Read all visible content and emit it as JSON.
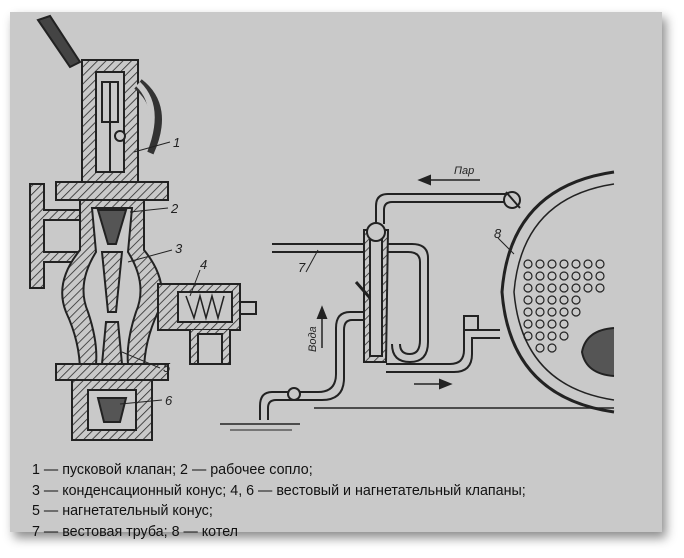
{
  "diagram": {
    "numbers": {
      "n1": "1",
      "n2": "2",
      "n3": "3",
      "n4": "4",
      "n5": "5",
      "n6": "6",
      "n7": "7",
      "n8": "8"
    },
    "steam_label": "Пар",
    "water_label": "Вода"
  },
  "caption": {
    "line1": "1 — пусковой клапан; 2 — рабочее сопло;",
    "line2": "3 — конденсационный конус; 4, 6 — вестовый и нагнетательный клапаны;",
    "line3": "5 — нагнетательный конус;",
    "line4": "7 — вестовая труба; 8 — котел"
  },
  "colors": {
    "background": "#c9c9c9",
    "ink": "#222222"
  }
}
